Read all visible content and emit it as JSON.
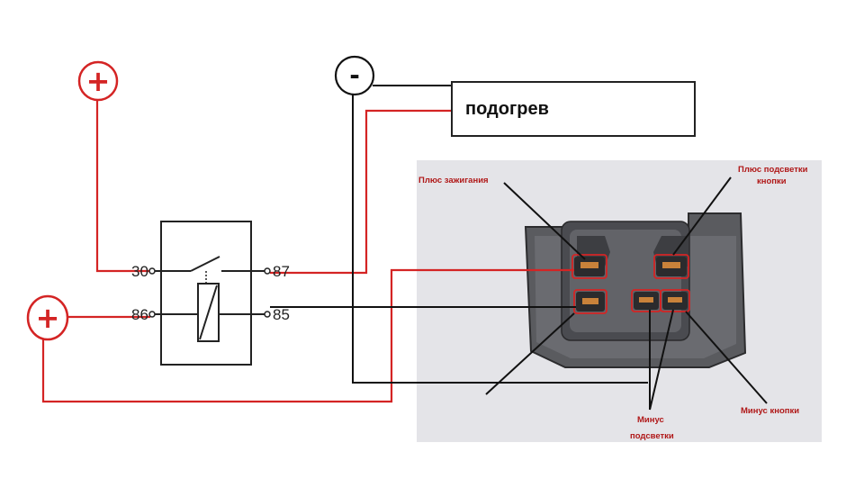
{
  "relay": {
    "pins": {
      "p30": "30",
      "p87": "87",
      "p86": "86",
      "p85": "85"
    }
  },
  "symbols": {
    "plus": "+",
    "minus": "-"
  },
  "heater_label": "подогрев",
  "connector": {
    "annotations": {
      "plus_ignition": "Плюс зажигания",
      "plus_backlight_line1": "Плюс подсветки",
      "plus_backlight_line2": "кнопки",
      "minus_button": "Минус кнопки",
      "minus_backlight_line1": "Минус",
      "minus_backlight_line2": "подсветки"
    }
  },
  "colors": {
    "wire_red": "#d42424",
    "wire_black": "#111111",
    "annotation_red": "#b01818"
  }
}
